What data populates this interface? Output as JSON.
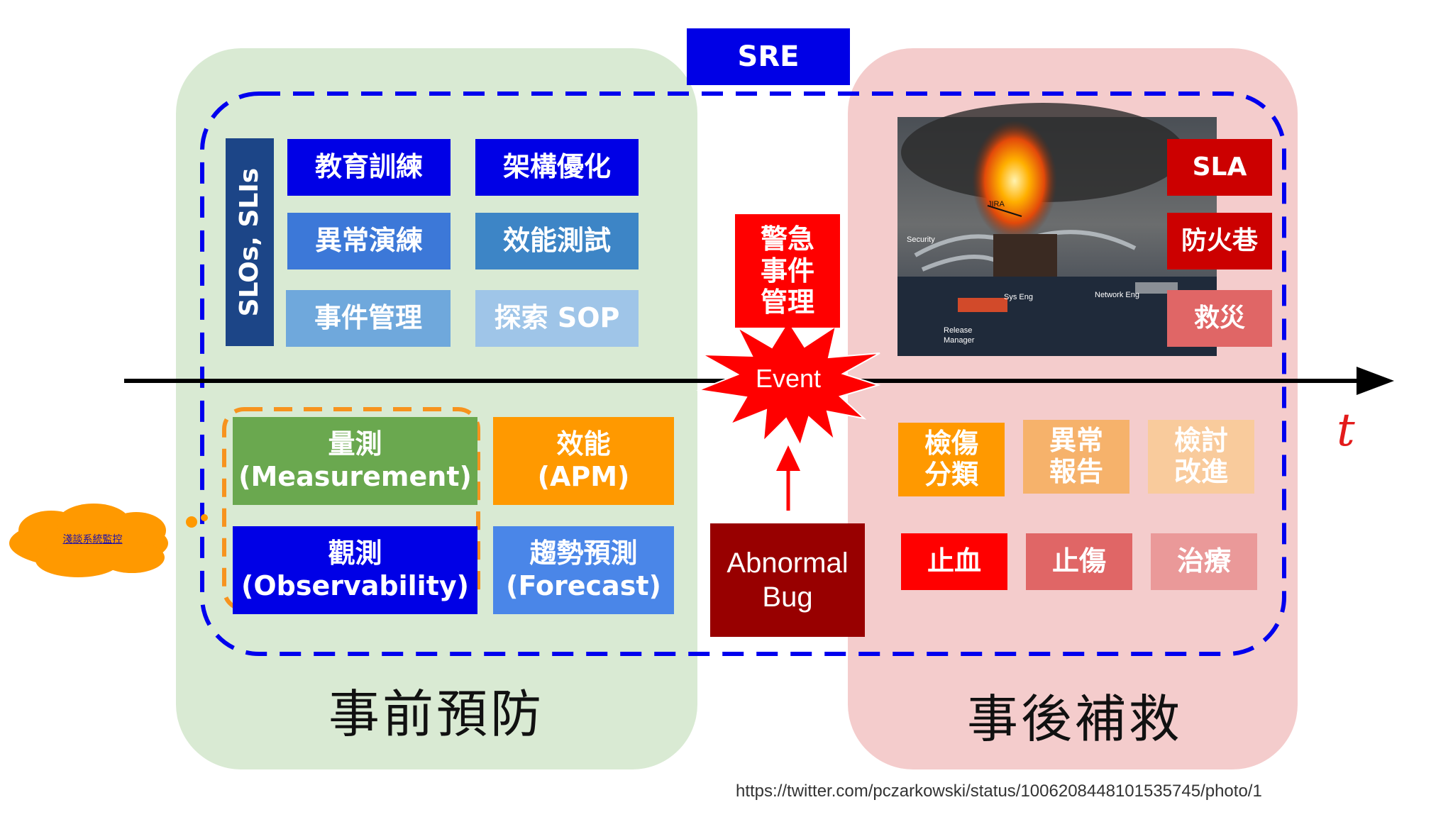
{
  "sre_label": "SRE",
  "prevention": {
    "title": "事前預防",
    "slo_label": "SLOs, SLIs",
    "top_boxes": [
      "教育訓練",
      "架構優化",
      "異常演練",
      "效能測試",
      "事件管理",
      "探索 SOP"
    ],
    "measurement": {
      "line1": "量測",
      "line2": "(Measurement)"
    },
    "apm": {
      "line1": "效能",
      "line2": "(APM)"
    },
    "observability": {
      "line1": "觀測",
      "line2": "(Observability)"
    },
    "forecast": {
      "line1": "趨勢預測",
      "line2": "(Forecast)"
    },
    "callout_link": "淺談系統監控"
  },
  "center": {
    "incident_mgmt": {
      "l1": "警急",
      "l2": "事件",
      "l3": "管理"
    },
    "event_label": "Event",
    "abnormal": {
      "l1": "Abnormal",
      "l2": "Bug"
    }
  },
  "remediation": {
    "title": "事後補救",
    "right_stack": [
      "SLA",
      "防火巷",
      "救災"
    ],
    "photo_labels": {
      "jira": "JIRA",
      "security": "Security",
      "sys_eng": "Sys Eng",
      "network_eng": "Network Eng",
      "release": "Release",
      "manager": "Manager"
    },
    "row1": [
      {
        "l1": "檢傷",
        "l2": "分類"
      },
      {
        "l1": "異常",
        "l2": "報告"
      },
      {
        "l1": "檢討",
        "l2": "改進"
      }
    ],
    "row2": [
      "止血",
      "止傷",
      "治療"
    ]
  },
  "time_axis_label": "t",
  "source_url": "https://twitter.com/pczarkowski/status/1006208448101535745/photo/1",
  "colors": {
    "prevention_bg": "#d9ead3",
    "remediation_bg": "#f4cccc",
    "dashed_blue": "#0000ee",
    "dashed_orange": "#f7931e",
    "navy": "#0000e6",
    "mid_blue": "#3c78d8",
    "light_blue": "#6fa8dc",
    "pale_blue": "#9fc5e8",
    "dark_slate": "#1c4587",
    "green": "#6aa84f",
    "orange": "#ff9900",
    "red": "#ff0000",
    "dark_red": "#980000",
    "crimson": "#cc0000"
  }
}
